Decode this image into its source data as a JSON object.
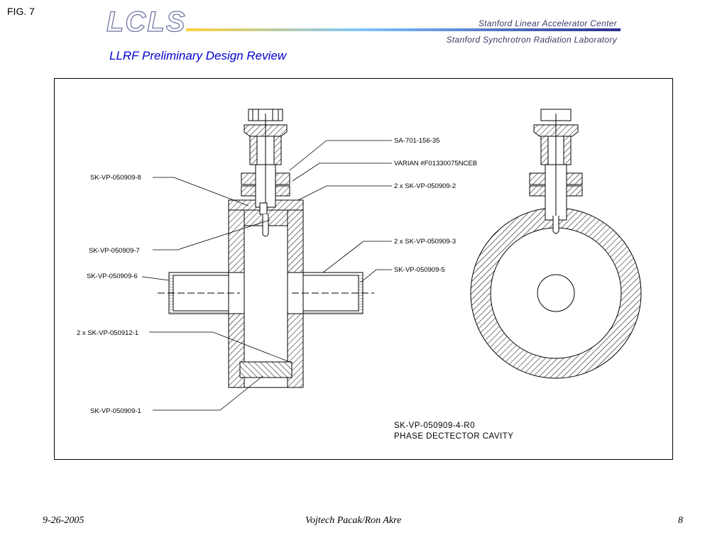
{
  "header": {
    "fig_label": "FIG. 7",
    "logo_text": "LCLS",
    "institution_line1": "Stanford Linear Accelerator Center",
    "institution_line2": "Stanford Synchrotron Radiation Laboratory",
    "title": "LLRF Preliminary Design Review",
    "title_color": "#0000cc"
  },
  "drawing": {
    "callouts_left": {
      "c8": "SK-VP-050909-8",
      "c7": "SK-VP-050909-7",
      "c6": "SK-VP-050909-6",
      "c12": "2 x SK-VP-050912-1",
      "c1": "SK-VP-050909-1"
    },
    "callouts_right": {
      "sa": "SA-701-156-35",
      "varian": "VARIAN #F01330075NCEB",
      "c2": "2 x SK-VP-050909-2",
      "c3": "2 x SK-VP-050909-3",
      "c5": "SK-VP-050909-5"
    },
    "title_block": {
      "number": "SK-VP-050909-4-R0",
      "name": "PHASE DECTECTOR CAVITY"
    }
  },
  "footer": {
    "date": "9-26-2005",
    "authors": "Vojtech Pacak/Ron Akre",
    "page": "8"
  }
}
